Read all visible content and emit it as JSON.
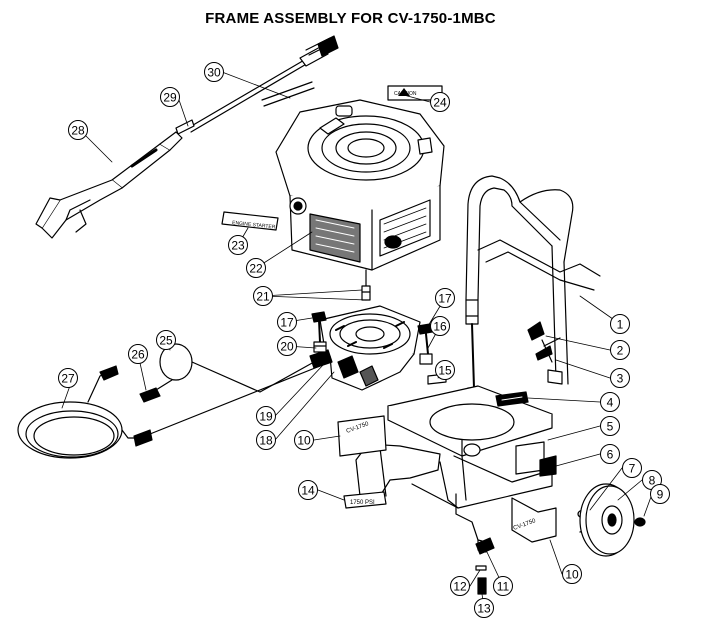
{
  "title": "FRAME ASSEMBLY FOR CV-1750-1MBC",
  "callouts": [
    "1",
    "2",
    "3",
    "4",
    "5",
    "6",
    "7",
    "8",
    "9",
    "10",
    "10",
    "11",
    "12",
    "13",
    "14",
    "15",
    "16",
    "17",
    "17",
    "18",
    "19",
    "20",
    "21",
    "22",
    "23",
    "24",
    "25",
    "26",
    "27",
    "28",
    "29",
    "30"
  ],
  "decal_labels": {
    "caution": "CAUTION",
    "engine_starter": "ENGINE STARTER",
    "psi": "1750 PSI",
    "model": "CV-1750"
  },
  "colors": {
    "ink": "#000000",
    "paper": "#ffffff",
    "shade": "#555555"
  }
}
